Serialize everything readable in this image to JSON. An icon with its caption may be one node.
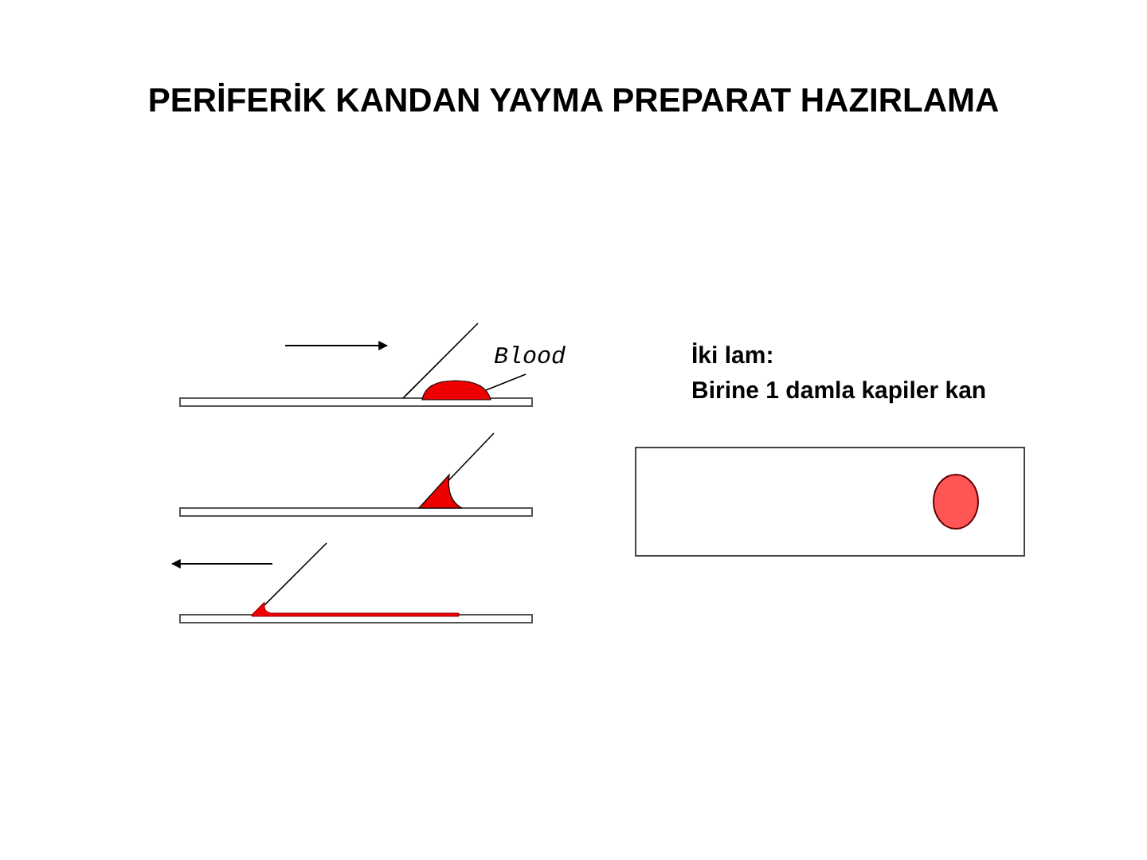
{
  "diagram": {
    "title": "PERİFERİK KANDAN YAYMA PREPARAT HAZIRLAMA",
    "nodes": [
      {
        "text": [
          "Blood"
        ]
      },
      {
        "text": [],
        "shape": "drop"
      }
    ],
    "edges": [
      {
        "from": 0,
        "to": 1,
        "arrow": "none"
      }
    ],
    "labels": [
      "İki lam:",
      "Birine 1 damla kapiler kan"
    ]
  }
}
